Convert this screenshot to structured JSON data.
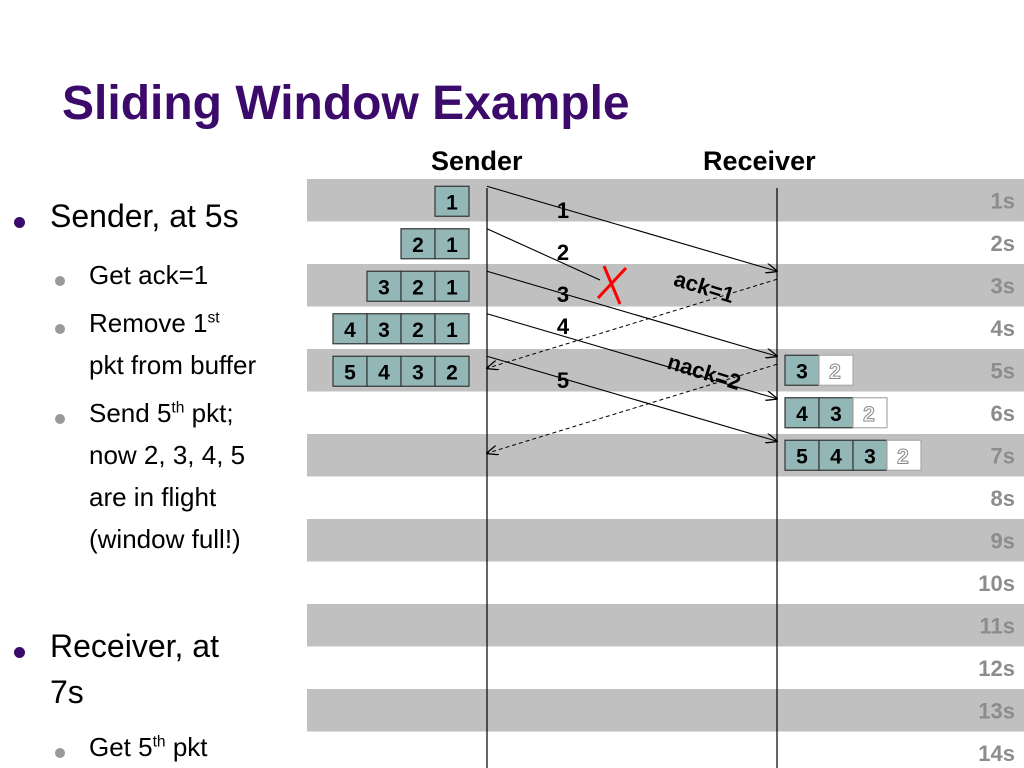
{
  "title": "Sliding Window Example",
  "headers": {
    "sender": "Sender",
    "receiver": "Receiver"
  },
  "bullets": [
    {
      "level": 1,
      "text": "Sender, at 5s"
    },
    {
      "level": 2,
      "pre": "Get ack=1"
    },
    {
      "level": 2,
      "pre": "Remove 1",
      "sup": "st",
      "post": ""
    },
    {
      "level": 2,
      "pre": "pkt from buffer"
    },
    {
      "level": 2,
      "pre": "Send 5",
      "sup": "th",
      "post": " pkt;"
    },
    {
      "level": 2,
      "pre": "now 2, 3, 4, 5"
    },
    {
      "level": 2,
      "pre": "are in flight"
    },
    {
      "level": 2,
      "pre": "(window full!)"
    },
    {
      "level": 1,
      "text": "Receiver, at"
    },
    {
      "level": 1,
      "text": "7s"
    },
    {
      "level": 2,
      "pre": "Get 5",
      "sup": "th",
      "post": " pkt"
    }
  ],
  "times": [
    "1s",
    "2s",
    "3s",
    "4s",
    "5s",
    "6s",
    "7s",
    "8s",
    "9s",
    "10s",
    "11s",
    "12s",
    "13s",
    "14s"
  ],
  "sender_buffers": [
    {
      "time": 1,
      "cells": [
        "1"
      ]
    },
    {
      "time": 2,
      "cells": [
        "2",
        "1"
      ]
    },
    {
      "time": 3,
      "cells": [
        "3",
        "2",
        "1"
      ]
    },
    {
      "time": 4,
      "cells": [
        "4",
        "3",
        "2",
        "1"
      ]
    },
    {
      "time": 5,
      "cells": [
        "5",
        "4",
        "3",
        "2"
      ]
    }
  ],
  "receiver_buffers": [
    {
      "time": 5,
      "cells": [
        "3"
      ],
      "missing": "2"
    },
    {
      "time": 6,
      "cells": [
        "4",
        "3"
      ],
      "missing": "2"
    },
    {
      "time": 7,
      "cells": [
        "5",
        "4",
        "3"
      ],
      "missing": "2"
    }
  ],
  "packets": [
    {
      "label": "1",
      "send_time": 1,
      "arrive_time": 3,
      "lost": false
    },
    {
      "label": "2",
      "send_time": 2,
      "arrive_time": null,
      "lost": true
    },
    {
      "label": "3",
      "send_time": 3,
      "arrive_time": 5,
      "lost": false
    },
    {
      "label": "4",
      "send_time": 4,
      "arrive_time": 6,
      "lost": false
    },
    {
      "label": "5",
      "send_time": 5,
      "arrive_time": 7,
      "lost": false
    }
  ],
  "acks": [
    {
      "label": "ack=1",
      "send_time": 3,
      "arrive_time": 5
    },
    {
      "label": "nack=2",
      "send_time": 5,
      "arrive_time": 7
    }
  ],
  "colors": {
    "title": "#3b0a6b",
    "band": "#c0c0c0",
    "cell_fill": "#93b7b7",
    "cell_stroke": "#333333",
    "lost_mark": "#ff0000",
    "time_label": "#8c8c8c"
  }
}
